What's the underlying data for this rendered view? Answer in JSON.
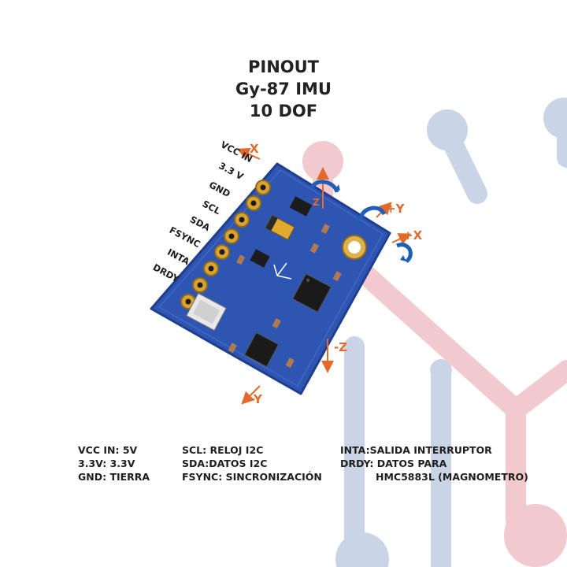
{
  "title": {
    "line1": "PINOUT",
    "line2": "Gy-87 IMU",
    "line3": "10 DOF"
  },
  "pins": [
    "VCC IN",
    "3.3 V",
    "GND",
    "SCL",
    "SDA",
    "FSYNC",
    "INTA",
    "DRDY"
  ],
  "axes": {
    "neg_x": "-X",
    "pos_y": "+Y",
    "pos_x": "+X",
    "neg_z": "-Z",
    "neg_y": "-Y",
    "pos_z": "Z"
  },
  "legend": {
    "col1": [
      "VCC IN: 5V",
      "3.3V: 3.3V",
      "GND: TIERRA"
    ],
    "col2": [
      "SCL: RELOJ I2C",
      "SDA:DATOS I2C",
      "FSYNC: SINCRONIZACIÓN"
    ],
    "col3": [
      "INTA:SALIDA INTERRUPTOR",
      "DRDY: DATOS PARA",
      "HMC5883L (MAGNOMETRO)"
    ]
  },
  "colors": {
    "board_blue": "#2f55b3",
    "axis_orange": "#e26a2c",
    "bg_blue_trace": "#c9d5e6",
    "bg_red_trace": "#f2c9cd",
    "gold_pad": "#d9a332"
  }
}
